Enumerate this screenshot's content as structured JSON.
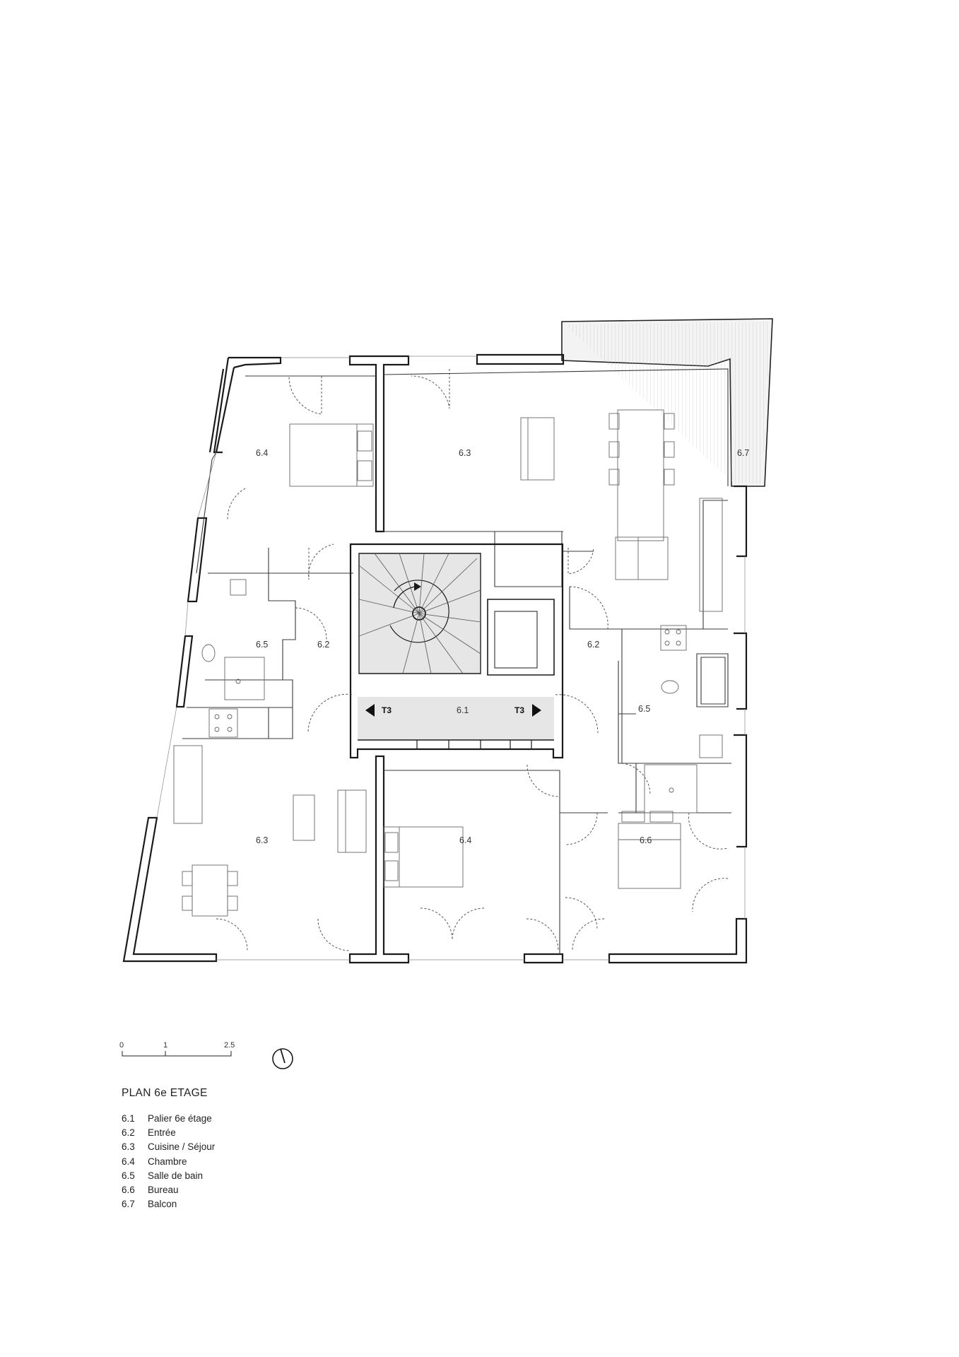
{
  "plan": {
    "title": "PLAN 6e ETAGE",
    "rooms_on_plan": {
      "r_61": "6.1",
      "r_62_left": "6.2",
      "r_62_right": "6.2",
      "r_63_top": "6.3",
      "r_63_bottom": "6.3",
      "r_64_topleft": "6.4",
      "r_64_bottom": "6.4",
      "r_65_left": "6.5",
      "r_65_right": "6.5",
      "r_66": "6.6",
      "r_67": "6.7"
    },
    "stair_tags": {
      "left": "T3",
      "right": "T3"
    },
    "scale": {
      "label_0": "0",
      "label_1": "1",
      "label_2": "2.5"
    },
    "north_icon": "north-arrow-icon",
    "legend": [
      {
        "code": "6.1",
        "name": "Palier 6e étage"
      },
      {
        "code": "6.2",
        "name": "Entrée"
      },
      {
        "code": "6.3",
        "name": "Cuisine / Séjour"
      },
      {
        "code": "6.4",
        "name": "Chambre"
      },
      {
        "code": "6.5",
        "name": "Salle de bain"
      },
      {
        "code": "6.6",
        "name": "Bureau"
      },
      {
        "code": "6.7",
        "name": "Balcon"
      }
    ],
    "colors": {
      "wall": "#1a1a1a",
      "landing_fill": "#e6e6e6",
      "balcony_fill": "#f2f2f2"
    }
  }
}
